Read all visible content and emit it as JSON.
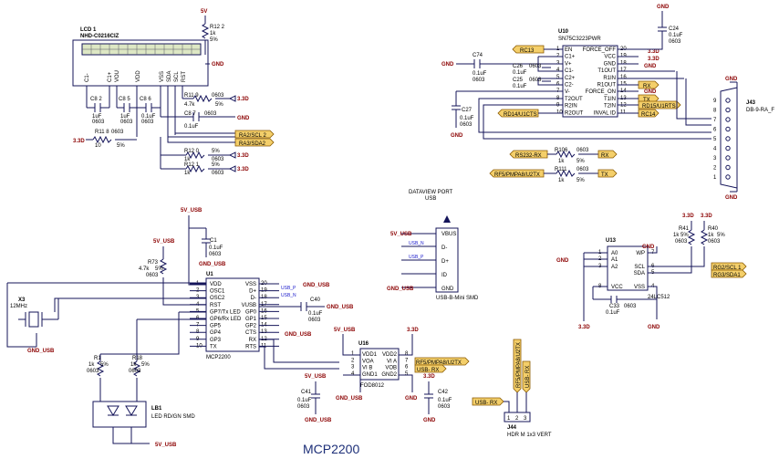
{
  "title": "MCP2200",
  "power": {
    "v5": "5V",
    "v33": "3.3D",
    "v5usb": "5V_USB",
    "gnd": "GND",
    "gndusb": "GND_USB"
  },
  "lcd": {
    "ref": "LCD 1",
    "part": "NHD-C0216CIZ",
    "pins": [
      "C1-",
      "C1+",
      "VOU",
      "VDD",
      "VSS",
      "SDA",
      "SCL",
      "RST"
    ],
    "caps": [
      {
        "ref": "C8 2",
        "v": "1uF",
        "p": "0603"
      },
      {
        "ref": "C8 5",
        "v": "1uF",
        "p": "0603"
      },
      {
        "ref": "C8 6",
        "v": "0.1uF",
        "p": "0603"
      }
    ],
    "r122": {
      "ref": "R12 2",
      "v": "1k",
      "t": "5%"
    },
    "r118": {
      "ref": "R11 8",
      "v": "10",
      "p": "0603",
      "t": "5%"
    },
    "r119": {
      "ref": "R11 9",
      "v": "4.7k",
      "p": "0603",
      "t": "5%"
    },
    "c87": {
      "ref": "C8 7",
      "v": "0.1uF",
      "p": "0603"
    },
    "r120": {
      "ref": "R12 0",
      "v": "1k",
      "p": "0603",
      "t": "5%"
    },
    "r121": {
      "ref": "R12 1",
      "v": "1k",
      "p": "0603",
      "t": "5%"
    },
    "nets": [
      "RA2/SCL 2",
      "RA3/SDA2"
    ]
  },
  "u10": {
    "ref": "U10",
    "part": "SN75C3223PWR",
    "left": [
      "EN",
      "C1+",
      "V+",
      "C1-",
      "C2+",
      "C2-",
      "V-",
      "T2OUT",
      "R2IN",
      "R2OUT"
    ],
    "left_nums": [
      "1",
      "2",
      "3",
      "4",
      "5",
      "6",
      "7",
      "8",
      "9",
      "10"
    ],
    "right": [
      "FORCE_OFF",
      "VCC",
      "GND",
      "T1OUT",
      "R1IN",
      "R1OUT",
      "FORCE_ON",
      "T1IN",
      "T2IN",
      "INVAL ID"
    ],
    "right_nums": [
      "20",
      "19",
      "18",
      "17",
      "16",
      "15",
      "14",
      "13",
      "12",
      "11"
    ],
    "nets": [
      "RC13",
      "RX",
      "TX",
      "RD15/U1RTS",
      "RD14/U1CTS",
      "RC14"
    ],
    "caps": [
      {
        "ref": "C74",
        "v": "0.1uF",
        "p": "0603"
      },
      {
        "ref": "C26",
        "v": "0.1uF",
        "p": "0603"
      },
      {
        "ref": "C25",
        "v": "0.1uF",
        "p": "0603"
      },
      {
        "ref": "C27",
        "v": "0.1uF",
        "p": "0603"
      },
      {
        "ref": "C24",
        "v": "0.1uF",
        "p": "0603"
      }
    ]
  },
  "j43": {
    "ref": "J43",
    "part": "DB-9-RA_F",
    "pins": [
      "9",
      "8",
      "7",
      "6",
      "5",
      "4",
      "3",
      "2",
      "1"
    ]
  },
  "rs232": {
    "r106": {
      "ref": "R106",
      "v": "1k",
      "p": "0603",
      "t": "5%",
      "from": "RS232-RX",
      "to": "RX"
    },
    "r111": {
      "ref": "R111",
      "v": "1k",
      "p": "0603",
      "t": "5%",
      "from": "RF5/PMPA8/U2TX",
      "to": "TX"
    }
  },
  "u1": {
    "ref": "U1",
    "part": "MCP2200",
    "left": [
      "VDD",
      "OSC1",
      "OSC2",
      "RST",
      "GP7/Tx LED",
      "GP6/Rx LED",
      "GP5",
      "GP4",
      "GP3",
      "TX"
    ],
    "left_nums": [
      "1",
      "2",
      "3",
      "4",
      "5",
      "6",
      "7",
      "8",
      "9",
      "10"
    ],
    "right": [
      "VSS",
      "D+",
      "D-",
      "VUSB",
      "GP0",
      "GP1",
      "GP2",
      "CTS",
      "RX",
      "RTS"
    ],
    "right_nums": [
      "20",
      "19",
      "18",
      "17",
      "16",
      "15",
      "14",
      "13",
      "12",
      "11"
    ],
    "usbp": "USB_P",
    "usbn": "USB_N"
  },
  "osc": {
    "ref": "X3",
    "freq": "12MHz"
  },
  "r73": {
    "ref": "R73",
    "v": "4.7k",
    "t": "5%",
    "p": "0603"
  },
  "c1": {
    "ref": "C1",
    "v": "0.1uF",
    "p": "0603"
  },
  "c40": {
    "ref": "C40",
    "v": "0.1uF",
    "p": "0603"
  },
  "r1": {
    "ref": "R1",
    "v": "1k",
    "t": "5%",
    "p": "0603"
  },
  "r18": {
    "ref": "R18",
    "v": "1k",
    "t": "5%",
    "p": "0603"
  },
  "led": {
    "ref": "LB1",
    "desc": "LED RD/GN SMD"
  },
  "usbport": {
    "title1": "DATAVIEW PORT",
    "title2": "USB",
    "pins": [
      "VBUS",
      "D-",
      "D+",
      "ID",
      "GND"
    ],
    "part": "USB-B-Mini SMD"
  },
  "u16": {
    "ref": "U16",
    "part": "FOD8012",
    "left": [
      "VDD1",
      "VOA",
      "VI B",
      "GND1"
    ],
    "right": [
      "VDD2",
      "VI A",
      "VOB",
      "GND2"
    ],
    "nums_l": [
      "1",
      "2",
      "3",
      "4"
    ],
    "nums_r": [
      "8",
      "7",
      "6",
      "5"
    ],
    "nets": [
      "RF5/PMPA8/U2TX",
      "USB- RX"
    ]
  },
  "c41": {
    "ref": "C41",
    "v": "0.1uF",
    "p": "0603"
  },
  "c42": {
    "ref": "C42",
    "v": "0.1uF",
    "p": "0603"
  },
  "j44": {
    "ref": "J44",
    "part": "HDR M 1x3 VERT",
    "nets": [
      "RF5/PMPA8/U2TX",
      "USB- RX"
    ],
    "net_in": "USB- RX"
  },
  "u13": {
    "ref": "U13",
    "part": "24LC512",
    "left": [
      "A0",
      "A1",
      "A2",
      "VCC"
    ],
    "right": [
      "WP",
      "SCL",
      "SDA",
      "VSS"
    ],
    "nums_l": [
      "1",
      "2",
      "3",
      "8"
    ],
    "nums_r": [
      "7",
      "6",
      "5",
      "4"
    ],
    "nets": [
      "RG2/SCL 1",
      "RG3/SDA1"
    ]
  },
  "r41": {
    "ref": "R41",
    "v": "1k",
    "t": "5%",
    "p": "0603"
  },
  "r40": {
    "ref": "R40",
    "v": "1k",
    "t": "5%",
    "p": "0603"
  },
  "c33": {
    "ref": "C33",
    "v": "0.1uF",
    "p": "0603"
  },
  "icon": "schematic-diagram"
}
